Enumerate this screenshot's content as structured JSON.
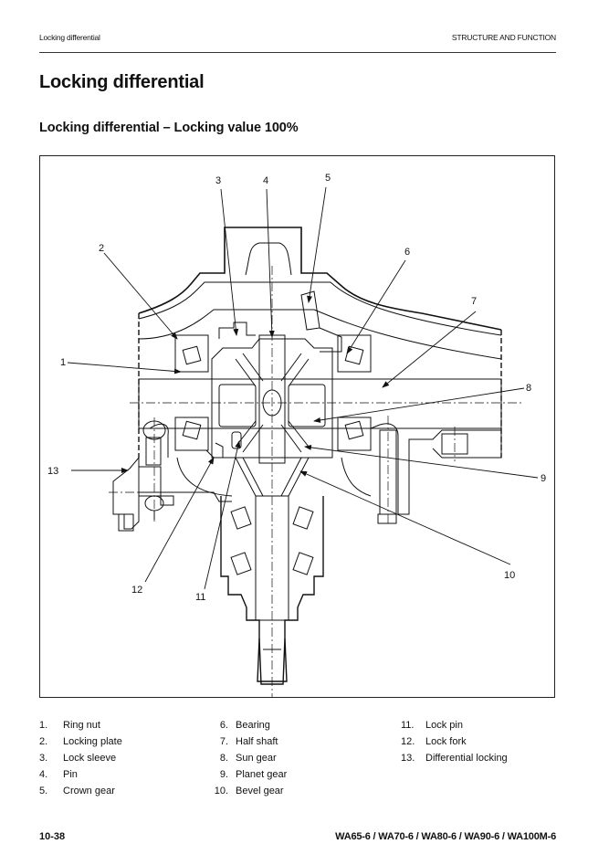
{
  "header": {
    "section_left": "Locking differential",
    "section_right": "STRUCTURE AND FUNCTION"
  },
  "page_title": "Locking differential",
  "figure_title": "Locking differential – Locking value 100%",
  "figure": {
    "callouts": [
      "1",
      "2",
      "3",
      "4",
      "5",
      "6",
      "7",
      "8",
      "9",
      "10",
      "11",
      "12",
      "13"
    ]
  },
  "legend": {
    "columns": [
      [
        {
          "num": "1.",
          "label": "Ring nut"
        },
        {
          "num": "2.",
          "label": "Locking plate"
        },
        {
          "num": "3.",
          "label": "Lock sleeve"
        },
        {
          "num": "4.",
          "label": "Pin"
        },
        {
          "num": "5.",
          "label": "Crown gear"
        }
      ],
      [
        {
          "num": "6.",
          "label": "Bearing"
        },
        {
          "num": "7.",
          "label": "Half shaft"
        },
        {
          "num": "8.",
          "label": "Sun gear"
        },
        {
          "num": "9.",
          "label": "Planet gear"
        },
        {
          "num": "10.",
          "label": "Bevel gear"
        }
      ],
      [
        {
          "num": "11.",
          "label": "Lock pin"
        },
        {
          "num": "12.",
          "label": "Lock fork"
        },
        {
          "num": "13.",
          "label": "Differential locking"
        }
      ]
    ]
  },
  "footer": {
    "page_number": "10-38",
    "models": "WA65-6 / WA70-6 / WA80-6 / WA90-6 / WA100M-6"
  }
}
